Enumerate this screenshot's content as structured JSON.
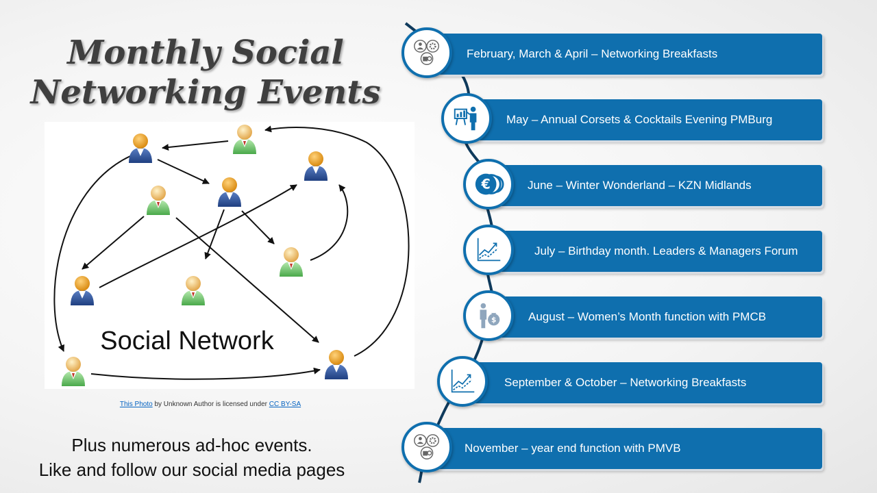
{
  "title": {
    "line1": "Monthly Social",
    "line2": "Networking Events"
  },
  "image": {
    "label": "Social Network"
  },
  "caption": {
    "link1": "This Photo",
    "middle": " by Unknown Author is licensed under ",
    "link2": "CC BY-SA"
  },
  "footer": {
    "line1": "Plus numerous ad-hoc events.",
    "line2": "Like and follow our social media pages"
  },
  "events": [
    {
      "label": "February, March & April –  Networking Breakfasts",
      "icon": "people-gear-icon"
    },
    {
      "label": "May – Annual Corsets & Cocktails Evening PMBurg",
      "icon": "presenter-chart-icon"
    },
    {
      "label": "June – Winter Wonderland – KZN Midlands",
      "icon": "euro-coins-icon"
    },
    {
      "label": "July – Birthday month.  Leaders & Managers Forum",
      "icon": "growth-chart-icon"
    },
    {
      "label": "August – Women’s Month function with PMCB",
      "icon": "person-money-bag-icon"
    },
    {
      "label": "September & October – Networking Breakfasts",
      "icon": "growth-chart-icon"
    },
    {
      "label": "November – year end function with PMVB",
      "icon": "people-gear-icon"
    }
  ],
  "colors": {
    "accent": "#0f6fae",
    "title": "#3f3f3f",
    "node_blue": "#2f5597",
    "node_green": "#5cb85c",
    "head": "#f0a030"
  }
}
